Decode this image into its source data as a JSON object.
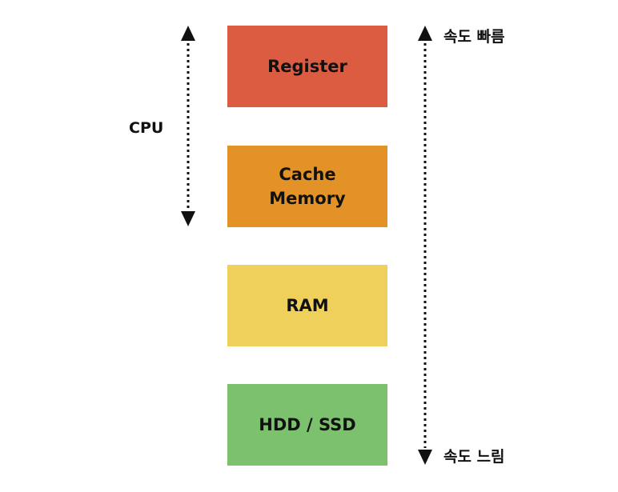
{
  "colors": {
    "register": "#DC5C42",
    "cache": "#E39227",
    "ram": "#EFD05A",
    "storage": "#7CC26E",
    "arrow": "#111111"
  },
  "boxes": {
    "register": {
      "line1": "Register"
    },
    "cache": {
      "line1": "Cache",
      "line2": "Memory"
    },
    "ram": {
      "line1": "RAM"
    },
    "storage": {
      "line1": "HDD / SSD"
    }
  },
  "labels": {
    "cpu": "CPU",
    "speed_fast": "속도 빠름",
    "speed_slow": "속도 느림"
  },
  "icons": {
    "cpu_arrow": "double-headed-dotted-arrow-icon",
    "speed_arrow": "double-headed-dotted-arrow-icon"
  }
}
